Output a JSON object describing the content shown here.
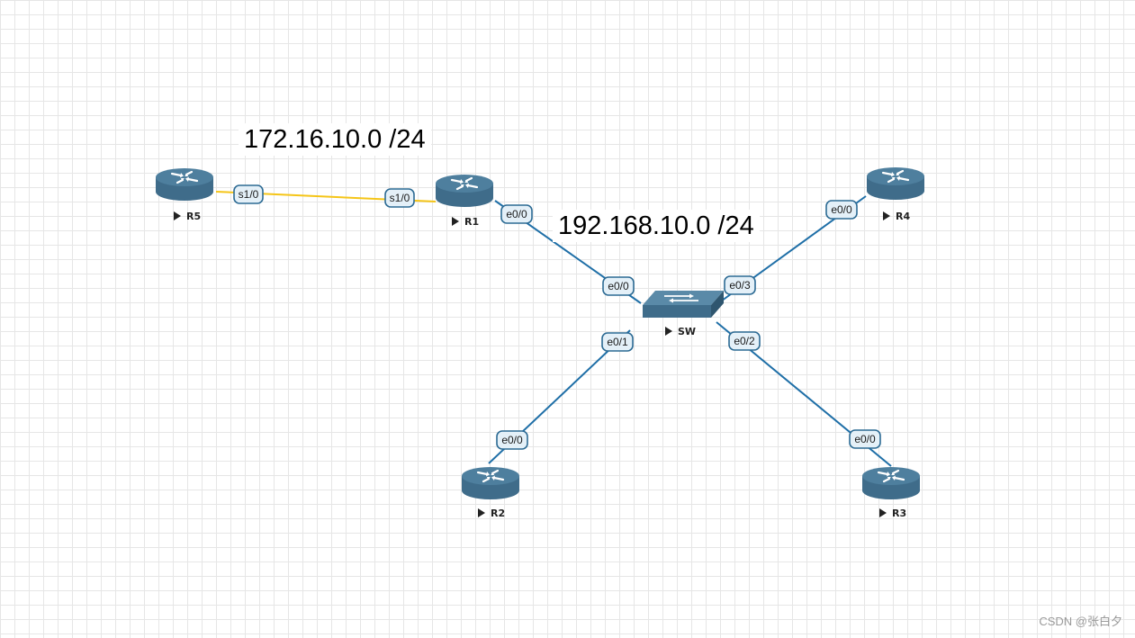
{
  "networks": {
    "serial": "172.16.10.0 /24",
    "lan": "192.168.10.0 /24"
  },
  "colors": {
    "ethernet_link": "#1f6fa7",
    "serial_link": "#f5c518",
    "device_body": "#3f6c8a",
    "device_top": "#4e7f9e",
    "port_fill": "#e4f0f8",
    "port_stroke": "#2d6b94"
  },
  "devices": {
    "r5": {
      "name": "R5",
      "icon": "router-icon"
    },
    "r1": {
      "name": "R1",
      "icon": "router-icon"
    },
    "sw": {
      "name": "SW",
      "icon": "switch-icon"
    },
    "r4": {
      "name": "R4",
      "icon": "router-icon"
    },
    "r2": {
      "name": "R2",
      "icon": "router-icon"
    },
    "r3": {
      "name": "R3",
      "icon": "router-icon"
    }
  },
  "links": [
    {
      "from": "R5",
      "to": "R1",
      "type": "serial",
      "from_port": "s1/0",
      "to_port": "s1/0"
    },
    {
      "from": "R1",
      "to": "SW",
      "type": "ethernet",
      "from_port": "e0/0",
      "to_port": "e0/0"
    },
    {
      "from": "SW",
      "to": "R4",
      "type": "ethernet",
      "from_port": "e0/3",
      "to_port": "e0/0"
    },
    {
      "from": "SW",
      "to": "R2",
      "type": "ethernet",
      "from_port": "e0/1",
      "to_port": "e0/0"
    },
    {
      "from": "SW",
      "to": "R3",
      "type": "ethernet",
      "from_port": "e0/2",
      "to_port": "e0/0"
    }
  ],
  "watermark": "CSDN @张白夕"
}
